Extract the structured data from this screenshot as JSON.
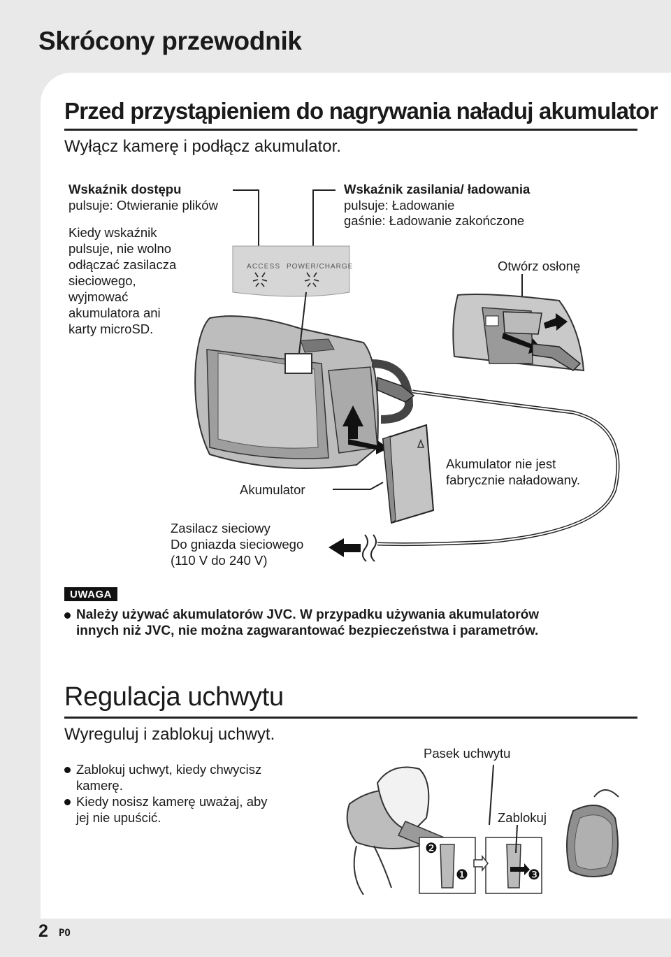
{
  "header": {
    "title": "Skrócony przewodnik"
  },
  "charge_section": {
    "heading": "Przed przystąpieniem do nagrywania naładuj akumulator",
    "subheading": "Wyłącz kamerę i podłącz akumulator.",
    "access_indicator": {
      "label": "Wskaźnik dostępu",
      "state": "pulsuje: Otwieranie plików",
      "warning": [
        "Kiedy wskaźnik",
        "pulsuje, nie wolno",
        "odłączać zasilacza",
        "sieciowego,",
        "wyjmować",
        "akumulatora ani",
        "karty microSD."
      ]
    },
    "power_indicator": {
      "label": "Wskaźnik zasilania/ ładowania",
      "state_blink": "pulsuje: Ładowanie",
      "state_off": "gaśnie: Ładowanie zakończone"
    },
    "led_panel": {
      "access": "ACCESS",
      "power": "POWER/CHARGE"
    },
    "open_cover": "Otwórz osłonę",
    "battery_label": "Akumulator",
    "battery_note": [
      "Akumulator nie jest",
      "fabrycznie naładowany."
    ],
    "adapter": [
      "Zasilacz sieciowy",
      "Do gniazda sieciowego",
      "(110 V do 240 V)"
    ]
  },
  "notice": {
    "badge": "UWAGA",
    "lines": [
      "Należy używać akumulatorów JVC. W przypadku używania akumulatorów",
      "innych niż JVC, nie można zagwarantować bezpieczeństwa i parametrów."
    ]
  },
  "grip_section": {
    "heading": "Regulacja uchwytu",
    "subheading": "Wyreguluj i zablokuj uchwyt.",
    "bullets": [
      [
        "Zablokuj uchwyt, kiedy chwycisz",
        "kamerę."
      ],
      [
        "Kiedy nosisz kamerę uważaj, aby",
        "jej nie upuścić."
      ]
    ],
    "strap_label": "Pasek uchwytu",
    "lock_label": "Zablokuj",
    "steps": [
      "❷",
      "❶",
      "❸"
    ]
  },
  "footer": {
    "page_number": "2",
    "language": "PO"
  }
}
